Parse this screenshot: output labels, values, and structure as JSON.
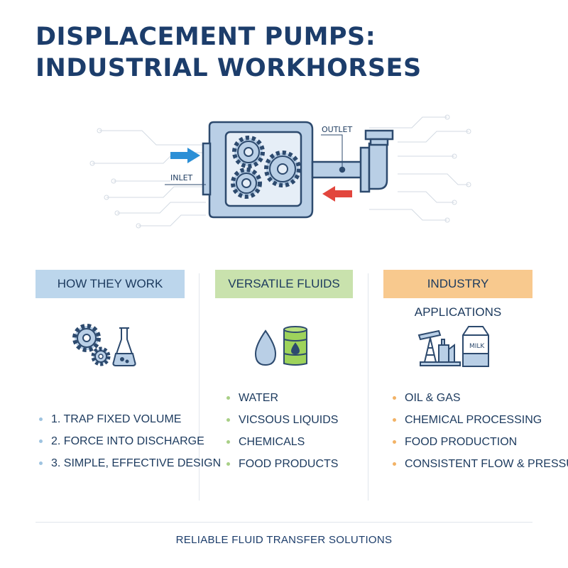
{
  "title": "DISPLACEMENT PUMPS: INDUSTRIAL WORKHORSES",
  "diagram": {
    "inlet_label": "INLET",
    "outlet_label": "OUTLET"
  },
  "columns": [
    {
      "header": "HOW THEY WORK",
      "header_color": "#bcd6ec",
      "bullet_color": "#9ec3e0",
      "icons": [
        "gears-icon",
        "flask-icon"
      ],
      "items": [
        "1. TRAP FIXED VOLUME",
        "2. FORCE INTO DISCHARGE",
        "3. SIMPLE, EFFECTIVE DESIGN"
      ]
    },
    {
      "header": "VERSATILE FLUIDS",
      "header_color": "#c9e2ad",
      "bullet_color": "#a8cf86",
      "icons": [
        "water-drop-icon",
        "barrel-icon"
      ],
      "items": [
        "WATER",
        "VICSOUS LIQUIDS",
        "CHEMICALS",
        "FOOD PRODUCTS"
      ]
    },
    {
      "header": "INDUSTRY APPLICATIONS",
      "header_color": "#f8c98e",
      "bullet_color": "#f2b266",
      "icons": [
        "oil-pumpjack-factory-icon",
        "milk-carton-icon"
      ],
      "icon_text": "MILK",
      "items": [
        "OIL & GAS",
        "CHEMICAL PROCESSING",
        "FOOD PRODUCTION",
        "CONSISTENT FLOW & PRESSURE"
      ]
    }
  ],
  "footer": "RELIABLE FLUID TRANSFER SOLUTIONS",
  "colors": {
    "title": "#1c3d6b",
    "pump_fill": "#b9cfe6",
    "pump_stroke": "#2d4a6e",
    "inlet_arrow": "#2b8fd6",
    "outlet_arrow": "#e2463d"
  }
}
